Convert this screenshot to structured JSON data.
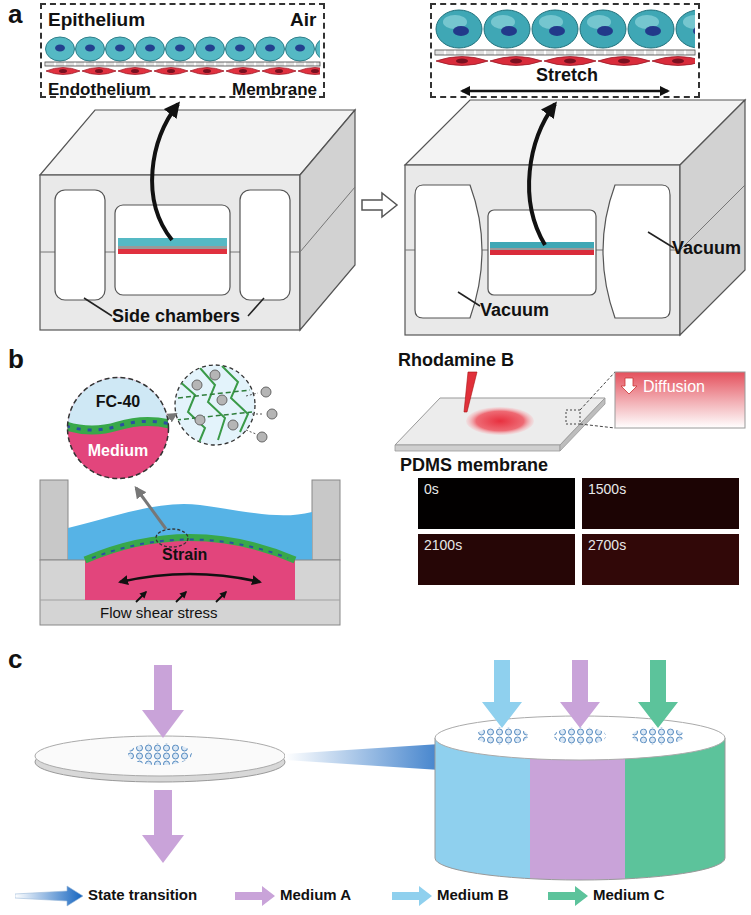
{
  "diagram": {
    "nodes": [
      {
        "text": [
          "Epithelium",
          "Air",
          "Endothelium",
          "Membrane"
        ]
      },
      {
        "text": [
          "Stretch"
        ]
      },
      {
        "text": [
          "FC-40",
          "Medium"
        ]
      },
      {
        "text": [
          "Diffusion"
        ]
      },
      {
        "text": [
          "0s"
        ]
      },
      {
        "text": [
          "1500s"
        ]
      },
      {
        "text": [
          "2100s"
        ]
      },
      {
        "text": [
          "2700s"
        ]
      }
    ],
    "labels": [
      "a",
      "Side chambers",
      "Vacuum",
      "Vacuum",
      "b",
      "Strain",
      "Flow shear stress",
      "Rhodamine B",
      "PDMS membrane",
      "c"
    ],
    "legend": [
      {
        "text": "State transition"
      },
      {
        "text": "Medium A",
        "color": "#c9a3d9"
      },
      {
        "text": "Medium B",
        "color": "#8fd0ee"
      },
      {
        "text": "Medium C",
        "color": "#5cc39b"
      }
    ]
  }
}
